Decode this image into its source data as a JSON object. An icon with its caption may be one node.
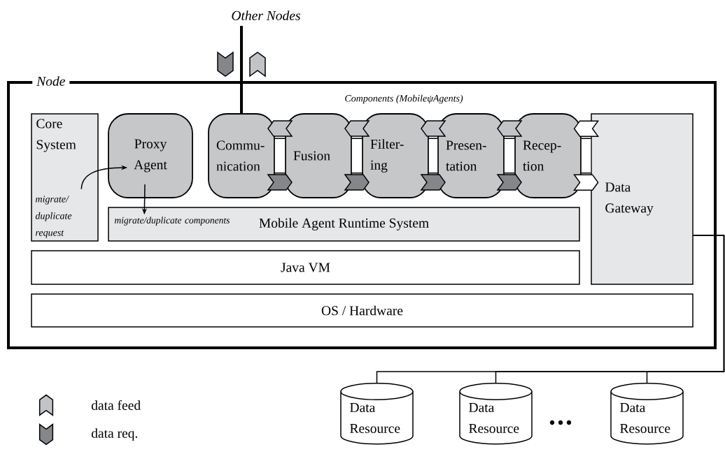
{
  "diagram": {
    "nodes": [
      {
        "text": [
          "Node"
        ]
      },
      {
        "text": [
          "Other Nodes"
        ]
      },
      {
        "text": [
          "Core System",
          "migrate/ duplicate request"
        ],
        "in": 0
      },
      {
        "text": [
          "Proxy Agent"
        ],
        "in": 0
      },
      {
        "text": [
          "Commu- nication"
        ],
        "in": 0
      },
      {
        "text": [
          "Fusion"
        ],
        "in": 0
      },
      {
        "text": [
          "Filter- ing"
        ],
        "in": 0
      },
      {
        "text": [
          "Presen- tation"
        ],
        "in": 0
      },
      {
        "text": [
          "Recep- tion"
        ],
        "in": 0
      },
      {
        "text": [
          "Data Gateway"
        ],
        "in": 0
      },
      {
        "text": [
          "Mobile Agent Runtime System"
        ],
        "in": 0
      },
      {
        "text": [
          "Java VM"
        ],
        "in": 0
      },
      {
        "text": [
          "OS / Hardware"
        ],
        "in": 0
      },
      {
        "text": [
          "Data Resource"
        ]
      },
      {
        "text": [
          "Data Resource"
        ]
      },
      {
        "text": [
          "Data Resource"
        ]
      }
    ],
    "edges": [
      {
        "from": 1,
        "to": 4,
        "arrow": "none"
      },
      {
        "from": 2,
        "to": 3,
        "arrow": "to"
      },
      {
        "from": 3,
        "to": 10,
        "arrow": "to",
        "label": "migrate/duplicate components"
      },
      {
        "from": 4,
        "to": 5,
        "arrow": "none",
        "style": "thick"
      },
      {
        "from": 5,
        "to": 4,
        "arrow": "to",
        "color": "#c2c3c7"
      },
      {
        "from": 4,
        "to": 5,
        "arrow": "to",
        "color": "#85868a"
      },
      {
        "from": 5,
        "to": 6,
        "arrow": "none",
        "style": "thick"
      },
      {
        "from": 6,
        "to": 5,
        "arrow": "to",
        "color": "#c2c3c7"
      },
      {
        "from": 5,
        "to": 6,
        "arrow": "to",
        "color": "#85868a"
      },
      {
        "from": 6,
        "to": 7,
        "arrow": "none",
        "style": "thick"
      },
      {
        "from": 7,
        "to": 6,
        "arrow": "to",
        "color": "#c2c3c7"
      },
      {
        "from": 6,
        "to": 7,
        "arrow": "to",
        "color": "#85868a"
      },
      {
        "from": 7,
        "to": 8,
        "arrow": "none",
        "style": "thick"
      },
      {
        "from": 8,
        "to": 7,
        "arrow": "to",
        "color": "#c2c3c7"
      },
      {
        "from": 7,
        "to": 8,
        "arrow": "to",
        "color": "#85868a"
      },
      {
        "from": 8,
        "to": 9,
        "arrow": "none",
        "style": "thick"
      },
      {
        "from": 9,
        "to": 8,
        "arrow": "to",
        "color": "#ffffff"
      },
      {
        "from": 8,
        "to": 9,
        "arrow": "to",
        "color": "#ffffff"
      },
      {
        "from": 9,
        "to": 13,
        "arrow": "none"
      },
      {
        "from": 9,
        "to": 14,
        "arrow": "none"
      },
      {
        "from": 9,
        "to": 15,
        "arrow": "none"
      }
    ],
    "labels": [
      "Components (MobileψAgents)"
    ],
    "legend": [
      {
        "text": "data feed"
      },
      {
        "text": "data req."
      }
    ]
  }
}
